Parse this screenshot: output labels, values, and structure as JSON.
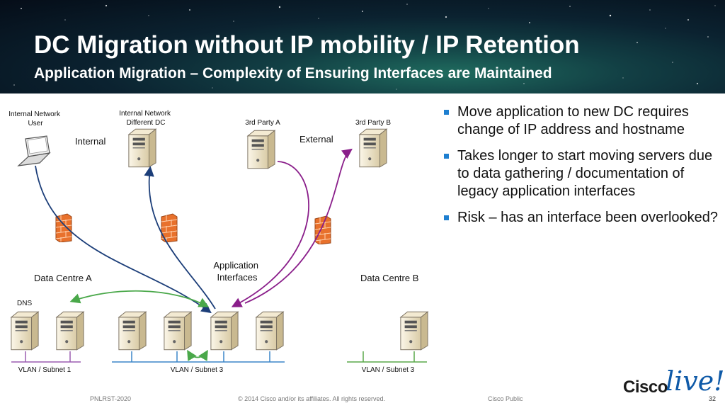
{
  "header": {
    "title": "DC Migration without IP mobility / IP Retention",
    "subtitle": "Application Migration – Complexity of Ensuring Interfaces are Maintained"
  },
  "diagram": {
    "internal_user_label": [
      "Internal Network",
      "User"
    ],
    "internal_dc_label": [
      "Internal Network",
      "Different DC"
    ],
    "party_a_label": "3rd Party A",
    "party_b_label": "3rd Party B",
    "internal_label": "Internal",
    "external_label": "External",
    "app_interfaces_label": [
      "Application",
      "Interfaces"
    ],
    "dc_a_label": "Data Centre A",
    "dc_b_label": "Data Centre B",
    "dns_label": "DNS",
    "vlan1_label": "VLAN / Subnet 1",
    "vlan3_label": "VLAN / Subnet 3",
    "vlan3b_label": "VLAN / Subnet 3",
    "colors": {
      "internal_flow": "#1c3e79",
      "external_flow": "#8a1e8a",
      "migration_flow": "#4aa84a",
      "vlan1": "#9b5db0",
      "vlan3": "#3b86c8",
      "vlan3b": "#5aa84a",
      "firewall": "#e8712c"
    }
  },
  "bullets": [
    "Move application to new DC requires change of IP address and hostname",
    "Takes longer to start moving servers due to data gathering / documentation of legacy application interfaces",
    "Risk – has an interface been overlooked?"
  ],
  "footer": {
    "session": "PNLRST-2020",
    "copyright": "© 2014 Cisco and/or its affiliates. All rights reserved.",
    "classification": "Cisco Public",
    "page": "32"
  },
  "logo": {
    "cisco": "Cisco",
    "live": "live!"
  }
}
